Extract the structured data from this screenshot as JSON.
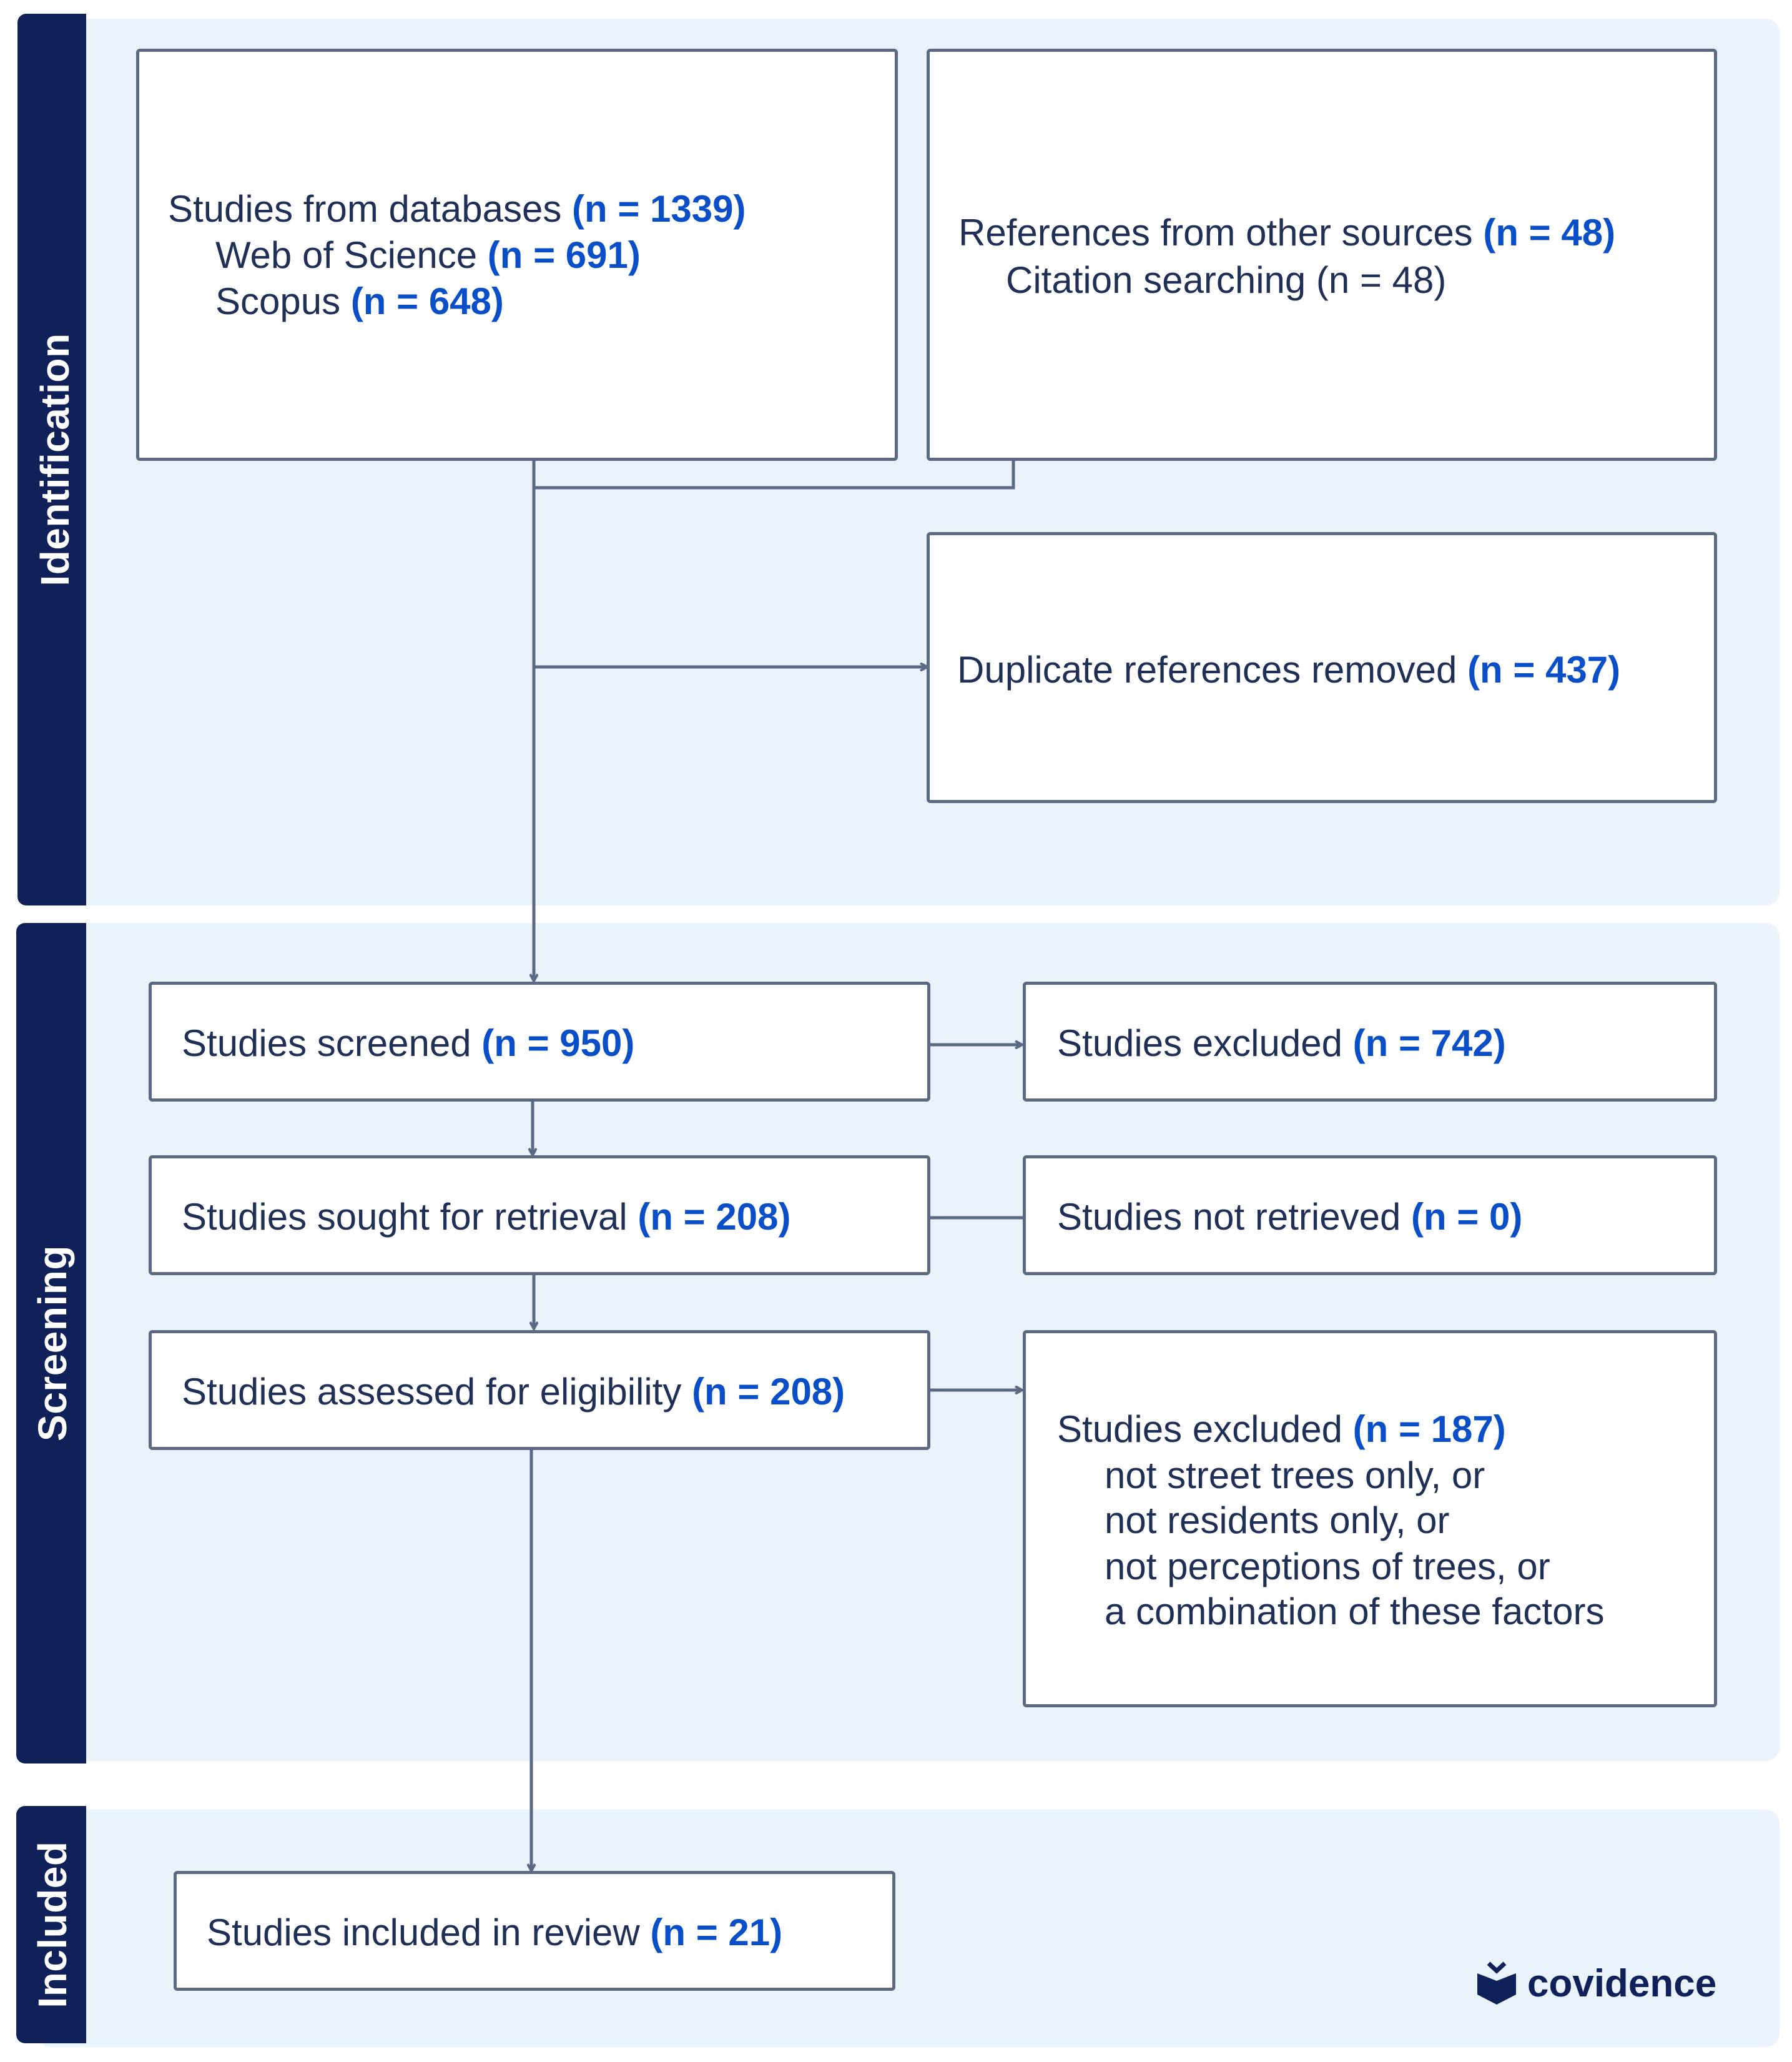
{
  "phases": {
    "identification": "Identification",
    "screening": "Screening",
    "included": "Included"
  },
  "boxes": {
    "databases": {
      "line1": "Studies from databases",
      "line1_n": "(n = 1339)",
      "line2": "Web of Science",
      "line2_n": "(n = 691)",
      "line3": "Scopus",
      "line3_n": "(n = 648)"
    },
    "other_sources": {
      "line1": "References from other sources",
      "line1_n": "(n = 48)",
      "line2": "Citation searching (n = 48)"
    },
    "duplicates": {
      "label": "Duplicate references removed",
      "n": "(n = 437)"
    },
    "screened": {
      "label": "Studies screened",
      "n": "(n = 950)"
    },
    "excluded_screen": {
      "label": "Studies excluded",
      "n": "(n = 742)"
    },
    "retrieval": {
      "label": "Studies sought for retrieval",
      "n": "(n = 208)"
    },
    "not_retrieved": {
      "label": "Studies not retrieved",
      "n": "(n = 0)"
    },
    "eligibility": {
      "label": "Studies assessed for eligibility",
      "n": "(n = 208)"
    },
    "excluded_full": {
      "label": "Studies excluded",
      "n": "(n = 187)",
      "reasons": [
        "not street trees only, or",
        "not residents only, or",
        "not perceptions of trees, or",
        "a combination of these factors"
      ]
    },
    "included": {
      "label": "Studies included in review",
      "n": "(n = 21)"
    }
  },
  "logo": {
    "text": "covidence"
  },
  "colors": {
    "panel": "#eaf2fc",
    "tab": "#0f2158",
    "box_border": "#5b6a82",
    "count": "#0a4fc8",
    "text": "#1f2f55",
    "connector": "#5b6a82"
  }
}
